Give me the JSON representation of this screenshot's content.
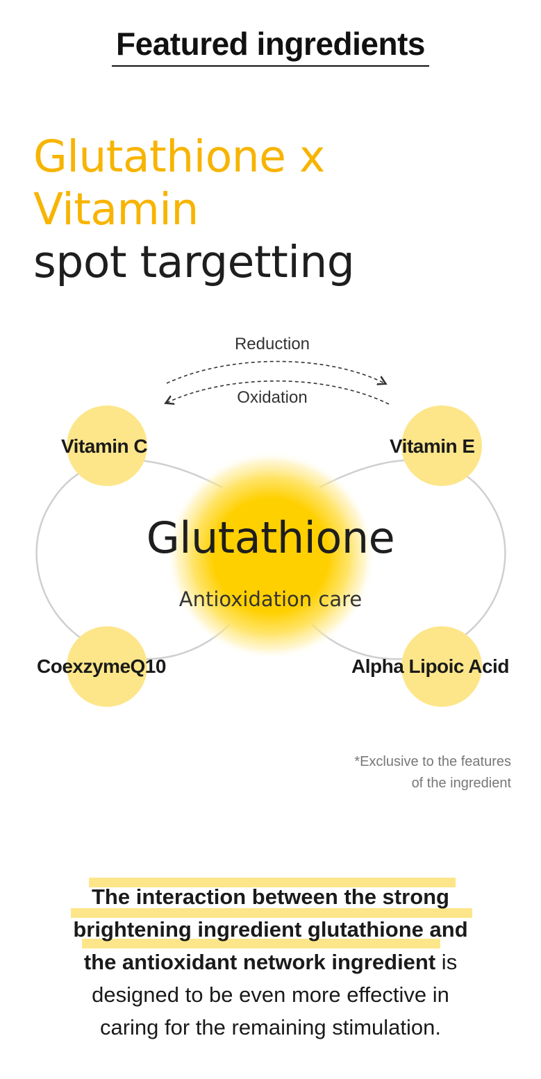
{
  "section_title": "Featured ingredients",
  "headline": {
    "accent_line1": "Glutathione x",
    "accent_line2": "Vitamin",
    "dark_line": "spot targetting"
  },
  "diagram": {
    "arrow_top_label": "Reduction",
    "arrow_bottom_label": "Oxidation",
    "nodes": {
      "top_left": "Vitamin C",
      "top_right": "Vitamin E",
      "bottom_left": "CoexzymeQ10",
      "bottom_right": "Alpha Lipoic Acid"
    },
    "center_title": "Glutathione",
    "center_subtitle": "Antioxidation care",
    "colors": {
      "accent": "#f7b400",
      "node_fill": "#fde68a",
      "sun_core": "#ffd000"
    }
  },
  "footnote": {
    "line1": "*Exclusive to the features",
    "line2": "of the ingredient"
  },
  "body": {
    "line1": "The interaction between the strong",
    "line2_bold": "brightening ingredient glutathione",
    "line2_rest": " and",
    "line3_bold": "the antioxidant network ingredient",
    "line3_rest": " is",
    "line4": "designed to be even more effective in",
    "line5": "caring for the remaining stimulation."
  }
}
